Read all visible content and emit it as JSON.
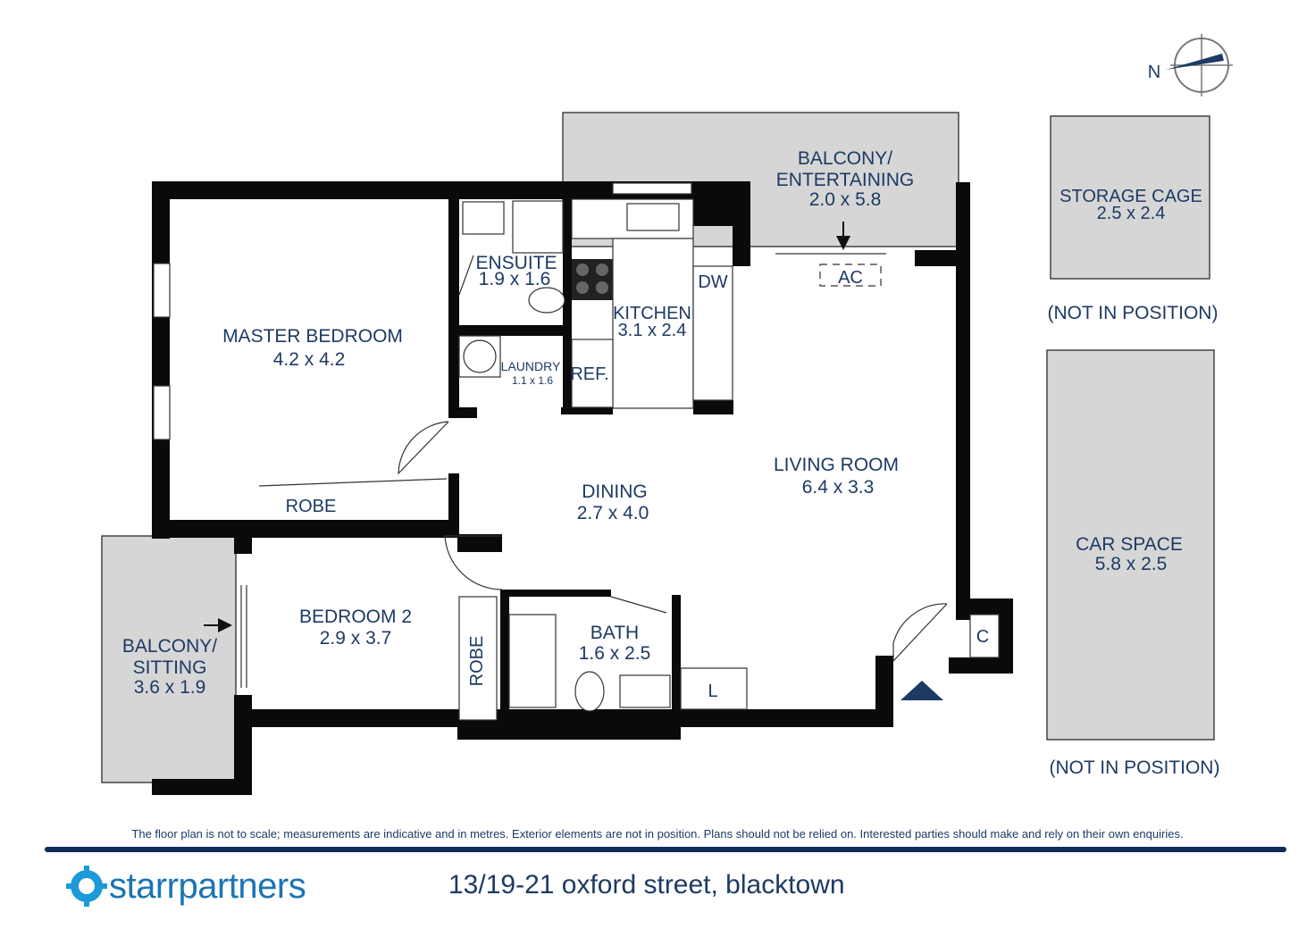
{
  "compass": {
    "north_label": "N"
  },
  "rooms": {
    "balcony_entertaining": {
      "line1": "BALCONY/",
      "line2": "ENTERTAINING",
      "size": "2.0 x 5.8"
    },
    "master_bedroom": {
      "name": "MASTER BEDROOM",
      "size": "4.2 x 4.2"
    },
    "ensuite": {
      "name": "ENSUITE",
      "size": "1.9 x 1.6"
    },
    "laundry": {
      "name": "LAUNDRY",
      "size": "1.1 x 1.6"
    },
    "kitchen": {
      "name": "KITCHEN",
      "size": "3.1 x 2.4"
    },
    "dining": {
      "name": "DINING",
      "size": "2.7 x 4.0"
    },
    "living_room": {
      "name": "LIVING ROOM",
      "size": "6.4 x 3.3"
    },
    "bedroom2": {
      "name": "BEDROOM 2",
      "size": "2.9 x 3.7"
    },
    "bath": {
      "name": "BATH",
      "size": "1.6 x 2.5"
    },
    "balcony_sitting": {
      "line1": "BALCONY/",
      "line2": "SITTING",
      "size": "3.6 x 1.9"
    },
    "storage_cage": {
      "name": "STORAGE CAGE",
      "size": "2.5 x 2.4",
      "note": "(NOT IN POSITION)"
    },
    "car_space": {
      "name": "CAR SPACE",
      "size": "5.8 x 2.5",
      "note": "(NOT IN POSITION)"
    }
  },
  "fixtures": {
    "dw": "DW",
    "ac": "AC",
    "ref": "REF.",
    "robe_master": "ROBE",
    "robe_bed2": "ROBE",
    "linen": "L",
    "cupboard": "C"
  },
  "footer": {
    "disclaimer": "The floor plan is not to scale; measurements are indicative and in metres. Exterior elements are not in position. Plans should not be relied on. Interested parties should make and rely on their own enquiries.",
    "brand": "starrpartners",
    "address": "13/19-21 oxford street, blacktown"
  },
  "colors": {
    "label": "#1d3a64",
    "brand": "#1a74b5",
    "walls": "#0a0a0a",
    "exterior": "#d6d6d6",
    "footer_line": "#0d2d58"
  }
}
